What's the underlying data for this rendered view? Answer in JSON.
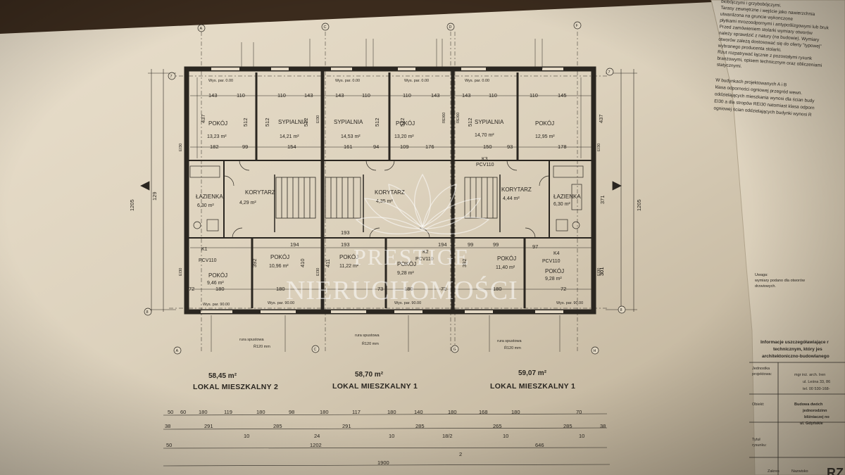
{
  "plan": {
    "rooms": [
      {
        "id": "r1",
        "name": "POKÓJ",
        "area": "13,23 m²"
      },
      {
        "id": "r2",
        "name": "SYPIALNIA",
        "area": "14,21 m²"
      },
      {
        "id": "r3",
        "name": "SYPIALNIA",
        "area": "14,53 m²"
      },
      {
        "id": "r4",
        "name": "POKÓJ",
        "area": "13,20 m²"
      },
      {
        "id": "r5",
        "name": "SYPIALNIA",
        "area": "14,70 m²"
      },
      {
        "id": "r6",
        "name": "POKÓJ",
        "area": "12,95 m²"
      },
      {
        "id": "r7",
        "name": "ŁAZIENKA",
        "area": "6,30 m²"
      },
      {
        "id": "r8",
        "name": "KORYTARZ",
        "area": "4,29 m²"
      },
      {
        "id": "r9",
        "name": "KORYTARZ",
        "area": "4,35 m²"
      },
      {
        "id": "r10",
        "name": "KORYTARZ",
        "area": "4,44 m²"
      },
      {
        "id": "r11",
        "name": "ŁAZIENKA",
        "area": "6,30 m²"
      },
      {
        "id": "r12",
        "name": "POKÓJ",
        "area": "9,46 m²"
      },
      {
        "id": "r13",
        "name": "POKÓJ",
        "area": "10,96 m²"
      },
      {
        "id": "r14",
        "name": "POKÓJ",
        "area": "11,22 m²"
      },
      {
        "id": "r15",
        "name": "POKÓJ",
        "area": "9,28 m²"
      },
      {
        "id": "r16",
        "name": "POKÓJ",
        "area": "11,40 m²"
      },
      {
        "id": "r17",
        "name": "POKÓJ",
        "area": "9,28 m²"
      }
    ],
    "labels": {
      "pcv1": "PCV110",
      "pcv2": "PCV110",
      "pcv3": "PCV110",
      "pcv4": "PCV110",
      "k1": "K1",
      "k2": "K2",
      "k3": "K3",
      "k4": "K4",
      "rura1": "rura spustowa",
      "rura1b": "Ř120 mm",
      "rura2": "rura spustowa",
      "rura2b": "Ř120 mm",
      "rura3": "rura spustowa",
      "rura3b": "Ř120 mm",
      "wys1": "Wys. par. 0.00",
      "wys2": "Wys. par. 0.00",
      "wys3": "Wys. par. 0.00",
      "wys4": "Wys. par. 0.00",
      "wys5": "Wys. par. 90.00",
      "wys6": "Wys. par. 90.00",
      "wys7": "Wys. par. 90.00",
      "wys8": "Wys. par. 90.00",
      "axA": "A",
      "axC": "C",
      "axD": "D",
      "axF": "F",
      "axG": "G",
      "axH": "H",
      "ax7": "7",
      "ax8": "8"
    },
    "dims_top_row": [
      "143",
      "110",
      "110",
      "143",
      "143",
      "110",
      "110",
      "143",
      "143",
      "110",
      "110",
      "145"
    ],
    "dims_mid_row": [
      "182",
      "99",
      "154",
      "161",
      "94",
      "109",
      "176",
      "150",
      "93",
      "178"
    ],
    "dims_row_193": [
      "194",
      "193",
      "193",
      "194",
      "99",
      "99",
      "97"
    ],
    "dims_bottom_row": [
      "72",
      "180",
      "180",
      "73",
      "180",
      "72",
      "180",
      "72"
    ],
    "dims_vertical": [
      "437",
      "512",
      "512",
      "512",
      "512",
      "512",
      "512",
      "437",
      "371",
      "301",
      "392",
      "410",
      "411",
      "392",
      "301",
      "1205",
      "1205",
      "129"
    ],
    "units": [
      {
        "area": "58,45 m²",
        "name": "LOKAL MIESZKALNY 2"
      },
      {
        "area": "58,70 m²",
        "name": "LOKAL MIESZKALNY 1"
      },
      {
        "area": "59,07 m²",
        "name": "LOKAL MIESZKALNY 1"
      }
    ],
    "bottom_dims": {
      "row1": [
        "50",
        "60",
        "180",
        "119",
        "180",
        "98",
        "180",
        "117",
        "180",
        "140",
        "180",
        "168",
        "180",
        "70"
      ],
      "row2": [
        "38",
        "291",
        "285",
        "291",
        "285",
        "265",
        "285",
        "38"
      ],
      "row2_sub": [
        "10",
        "24",
        "10",
        "18/2",
        "10",
        "10"
      ],
      "row3": [
        "50",
        "1202",
        "646"
      ],
      "row3_sub": [
        "2"
      ],
      "row4": [
        "1900"
      ]
    },
    "wall_labels": [
      "EI30",
      "EI30",
      "EI30",
      "EI30",
      "REI60",
      "REI60",
      "EI30",
      "EI30"
    ],
    "watermark": {
      "line1": "PRESTIGE",
      "line2": "NIERUCHOMOŚCI"
    }
  },
  "notes_text": {
    "n1": "biobójczymi i grzybobójczymi.",
    "n2": "Tarasy zewnętrzne i wejście jako nawierzchnia",
    "n3": "utwardzona na gruncie wykonczone",
    "n4": "płytkami mrozoodpornymi i antypoślizgowymi lub bruk",
    "n5": "Przed zamówieniem stolarki wymiary otworów",
    "n6": "należy sprawdzić z natury (na budowie). Wymiary",
    "n7": "otworów zależą dostosować się do oferty \"typowej\"",
    "n8": "wybranego producenta stolarki.",
    "n9": "Rzut rozpatrywać łącznie z pozostałymi rysunk",
    "n10": "branżowymi, opisem technicznym oraz obliczeniami",
    "n11": "statycznymi.",
    "n12": "W budynkach projektowanych A i B",
    "n13": "klasa odporności ogniowej przegród wewn.",
    "n14": "oddzielających mieszkania wynosi dla ścian budy",
    "n15": "EI30 a dla stropów REI30 natomiast klasa odporn",
    "n16": "ogniowej ścian oddzielających budynki wynosi R",
    "n17": "Uwaga:",
    "n18": "wymiary podano dla otworów",
    "n19": "drzwiowych."
  },
  "title_block": {
    "info1": "Informacje uszczegóławiające r",
    "info2": "technicznym, który jes",
    "info3": "architektoniczno-budowlanego",
    "jednostka_label": "Jednostka",
    "jednostka_label2": "projektowa:",
    "designer1": "mgr inż. arch. Iren",
    "designer2": "ul. Leśna 33, 86",
    "designer3": "tel. 00 530-168-",
    "obiekt_label": "Obiekt:",
    "obiekt1": "Budowa dwóch",
    "obiekt2": "jednorodzinn",
    "obiekt3": "bliźniaczej no",
    "obiekt4": "ul. Gdyńskie",
    "tytul_label": "Tytuł",
    "tytul_label2": "rysunku:",
    "tytul": "RZ",
    "zakres_label": "Zakres",
    "nazwisko": "Nazwisko"
  }
}
